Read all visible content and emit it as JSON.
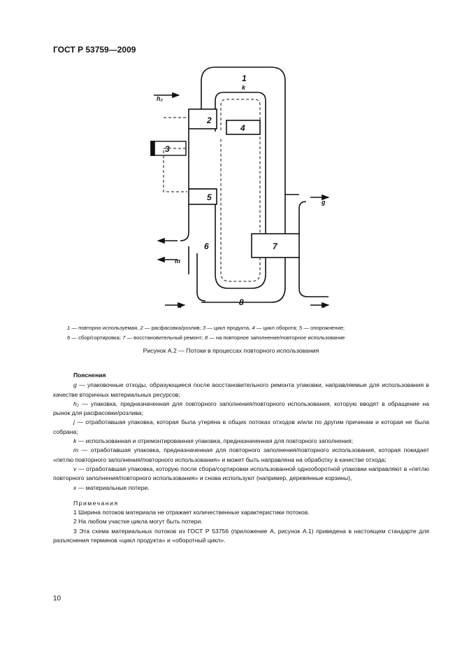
{
  "header": {
    "standard": "ГОСТ Р 53759—2009"
  },
  "figure": {
    "nodes": {
      "n1": "1",
      "n2": "2",
      "n3": "3",
      "n4": "4",
      "n5": "5",
      "n6": "6",
      "n7": "7",
      "n8": "8"
    },
    "flows": {
      "k": "k",
      "h2": "h₂",
      "g": "g",
      "m": "m",
      "v": "v",
      "x": "x"
    }
  },
  "legend": {
    "items": [
      {
        "num": "1",
        "text": "повторно используемая,"
      },
      {
        "num": "2",
        "text": "расфасовка/розлив;"
      },
      {
        "num": "3",
        "text": "цикл продукта,"
      },
      {
        "num": "4",
        "text": "цикл оборота;"
      },
      {
        "num": "5",
        "text": "опорожнение;"
      },
      {
        "num": "6",
        "text": "сбор/сортировка;"
      },
      {
        "num": "7",
        "text": "восстановительный ремонт;"
      },
      {
        "num": "8",
        "text": "на повторное заполнение/повторное использование"
      }
    ],
    "dash": "—"
  },
  "caption": "Рисунок А.2 — Потоки в процессах повторного использования",
  "explanations": {
    "title": "Пояснения",
    "items": [
      {
        "term": "g",
        "text": " — упаковочные отходы, образующиеся после восстановительного ремонта упаковки, направляемые для использования в качестве вторичных материальных ресурсов;"
      },
      {
        "term": "h₂",
        "text": "— упаковка, предназначенная для повторного заполнения/повторного использования, которую вводят в обращение на рынок для расфасовки/розлива;"
      },
      {
        "term": "j",
        "text": " — отработавшая упаковка, которая была утеряна в общих потоках отходов и/или по другим причинам и которая не была собрана;"
      },
      {
        "term": "k",
        "text": " — использованная и отремонтированная упаковка, предназначенная для повторного заполнения;"
      },
      {
        "term": "m",
        "text": " — отработавшая упаковка, предназначенная для повторного заполнения/повторного использования, которая покидает «петлю повторного заполнения/повторного использования» и может быть направлена на обработку в качестве отхода;"
      },
      {
        "term": "v",
        "text": " — отработавшая упаковка, которую после сбора/сортировки использованной однооборотной упаковки направляют в «петлю повторного заполнения/повторного использования» и снова используют (например, деревянные корзины),"
      },
      {
        "term": "x",
        "text": " — материальные потери."
      }
    ]
  },
  "notes": {
    "title": "Примечания",
    "items": [
      "1 Ширина потоков материала не отражает количественные характеристики потоков.",
      "2 На любом участке цикла могут быть потери.",
      "3 Эта схема материальных потоков из ГОСТ Р 53756 (приложение А, рисунок А.1) приведена в настоящем стандарте для разъяснения терминов «цикл продукта» и «оборотный цикл»."
    ]
  },
  "page_number": "10"
}
